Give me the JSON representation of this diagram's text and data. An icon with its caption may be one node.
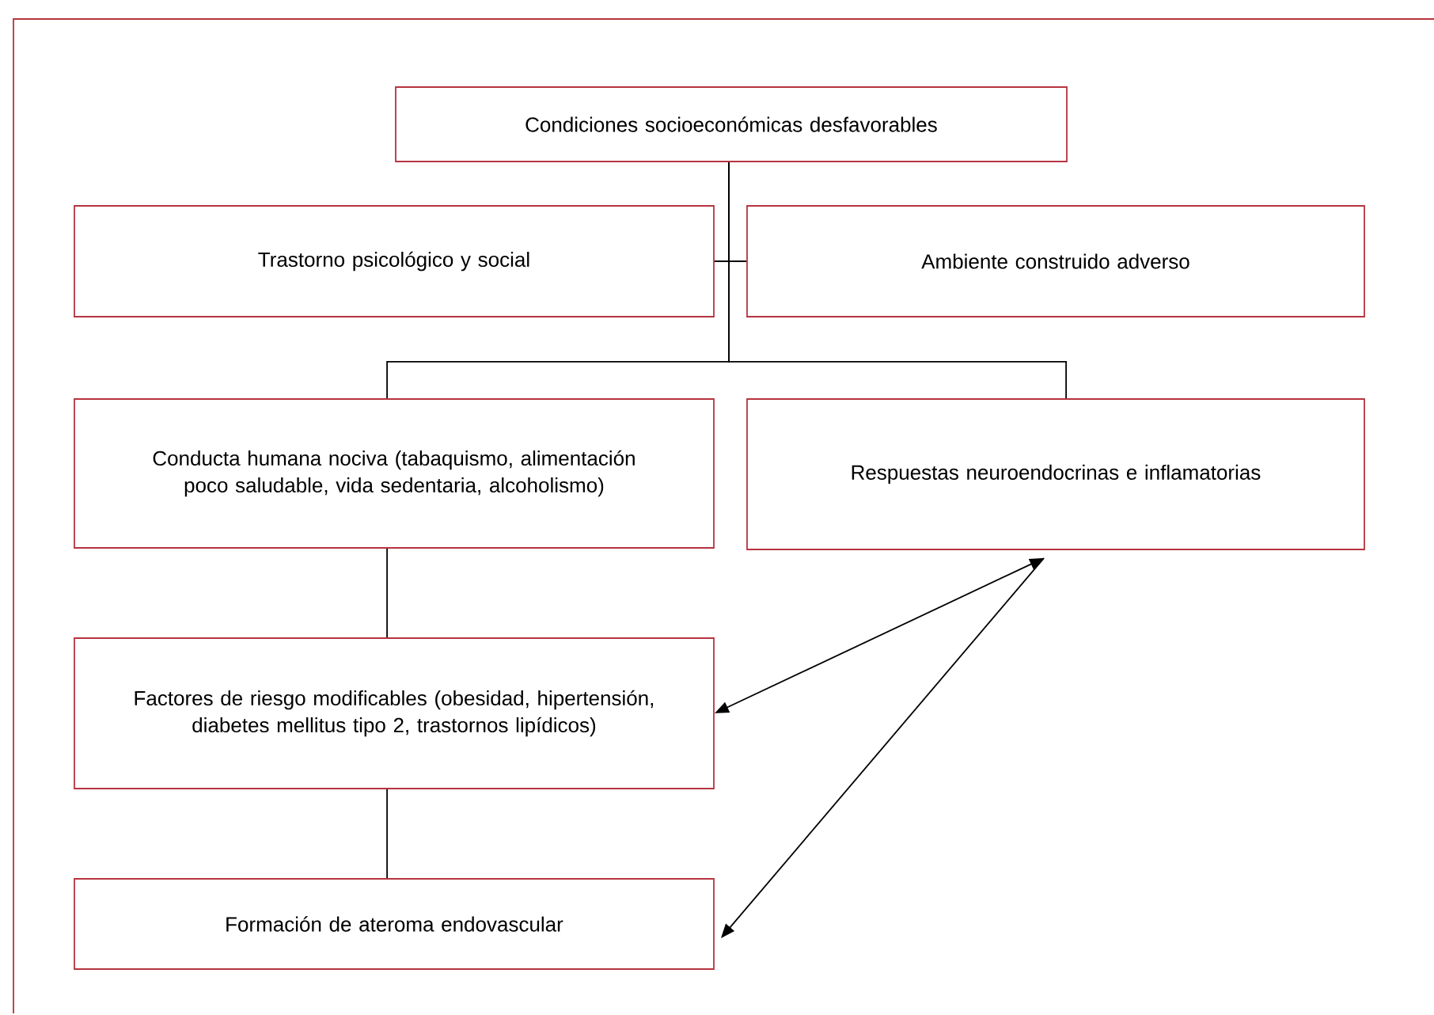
{
  "diagram": {
    "nodes": [
      {
        "text": [
          "Condiciones socioeconómicas desfavorables"
        ]
      },
      {
        "text": [
          "Trastorno psicológico y social"
        ]
      },
      {
        "text": [
          "Ambiente construido adverso"
        ]
      },
      {
        "text": [
          "Conducta humana nociva (tabaquismo, alimentación poco saludable, vida sedentaria, alcoholismo)"
        ]
      },
      {
        "text": [
          "Respuestas neuroendocrinas e inflamatorias"
        ]
      },
      {
        "text": [
          "Factores de riesgo modificables (obesidad, hipertensión, diabetes mellitus tipo 2, trastornos lipídicos)"
        ]
      },
      {
        "text": [
          "Formación de ateroma endovascular"
        ]
      }
    ],
    "edges": [
      {
        "from": 0,
        "to": 1,
        "arrow": "none"
      },
      {
        "from": 0,
        "to": 2,
        "arrow": "none"
      },
      {
        "from": 0,
        "to": 3,
        "arrow": "none"
      },
      {
        "from": 0,
        "to": 4,
        "arrow": "none"
      },
      {
        "from": 3,
        "to": 5,
        "arrow": "none"
      },
      {
        "from": 5,
        "to": 6,
        "arrow": "none"
      },
      {
        "from": 4,
        "to": 5,
        "arrow": "both"
      },
      {
        "from": 4,
        "to": 6,
        "arrow": "to"
      }
    ]
  }
}
